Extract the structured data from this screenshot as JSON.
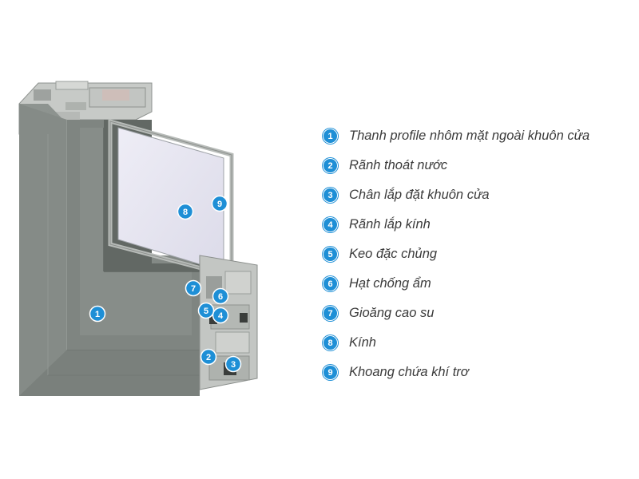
{
  "legend": {
    "items": [
      {
        "num": "1",
        "label": "Thanh profile nhôm mặt ngoài khuôn cửa"
      },
      {
        "num": "2",
        "label": "Rãnh thoát nước"
      },
      {
        "num": "3",
        "label": "Chân lắp đặt khuôn cửa"
      },
      {
        "num": "4",
        "label": "Rãnh lắp kính"
      },
      {
        "num": "5",
        "label": "Keo đặc chủng"
      },
      {
        "num": "6",
        "label": "Hạt chống ẩm"
      },
      {
        "num": "7",
        "label": "Gioăng cao su"
      },
      {
        "num": "8",
        "label": "Kính"
      },
      {
        "num": "9",
        "label": "Khoang chứa khí trơ"
      }
    ]
  },
  "markers": [
    "1",
    "2",
    "3",
    "4",
    "5",
    "6",
    "7",
    "8",
    "9"
  ],
  "colors": {
    "badge": "#1e8fd6",
    "aluminum_face": "#8b918d",
    "aluminum_dark": "#6f7571",
    "aluminum_light": "#b9bdb9",
    "glass": "#e6e5f1",
    "label_text": "#3a3a3a"
  }
}
